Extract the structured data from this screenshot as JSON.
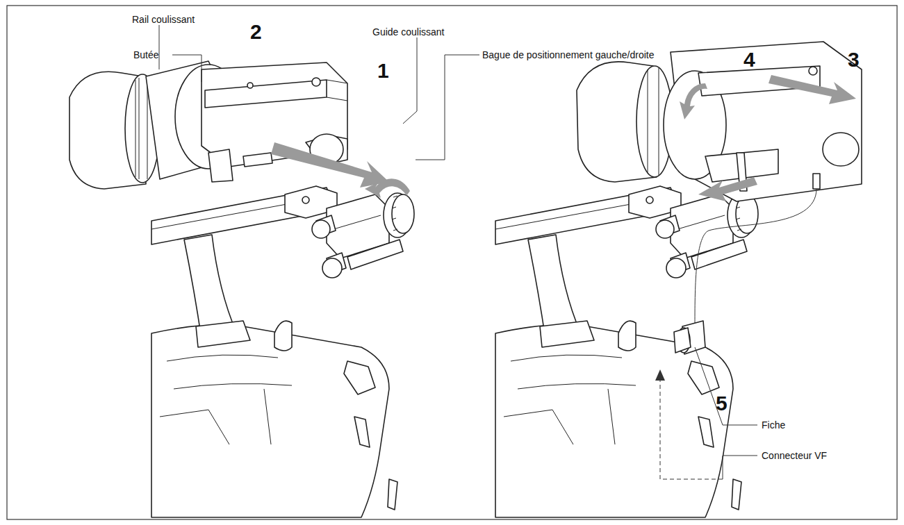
{
  "diagram": {
    "labels": [
      "Rail coulissant",
      "2",
      "Butée",
      "Guide coulissant",
      "Bague de positionnement gauche/droite",
      "1",
      "4",
      "3",
      "5",
      "Fiche",
      "Connecteur VF"
    ]
  }
}
